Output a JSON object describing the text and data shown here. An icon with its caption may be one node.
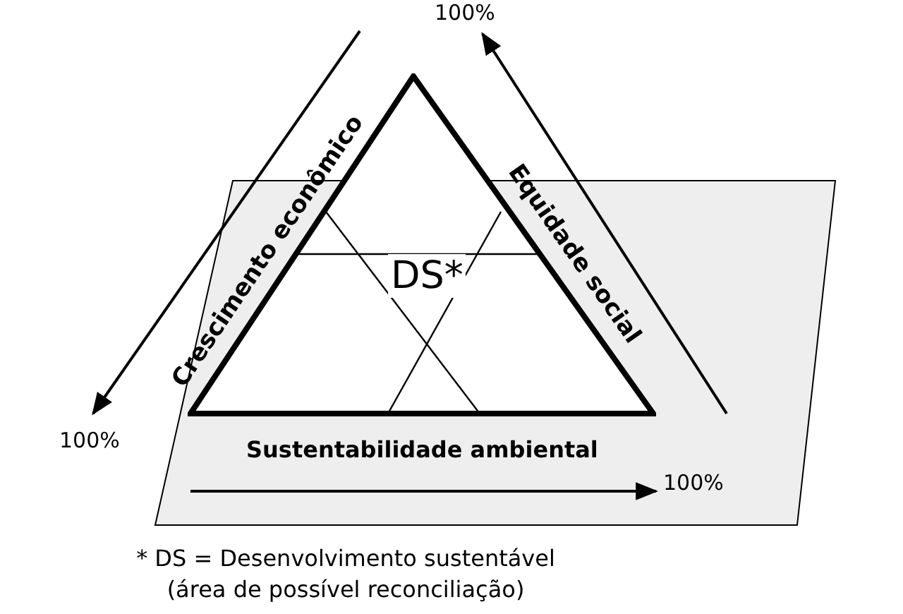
{
  "diagram": {
    "caption": "* DS = Desenvolvimento sustentável (área de possível reconciliação)",
    "nodes": [
      {
        "text": [
          "DS*"
        ]
      }
    ],
    "labels": [
      "100%",
      "Crescimento econômico",
      "Equidade social",
      "100%",
      "Sustentabilidade ambiental",
      "100%"
    ]
  }
}
